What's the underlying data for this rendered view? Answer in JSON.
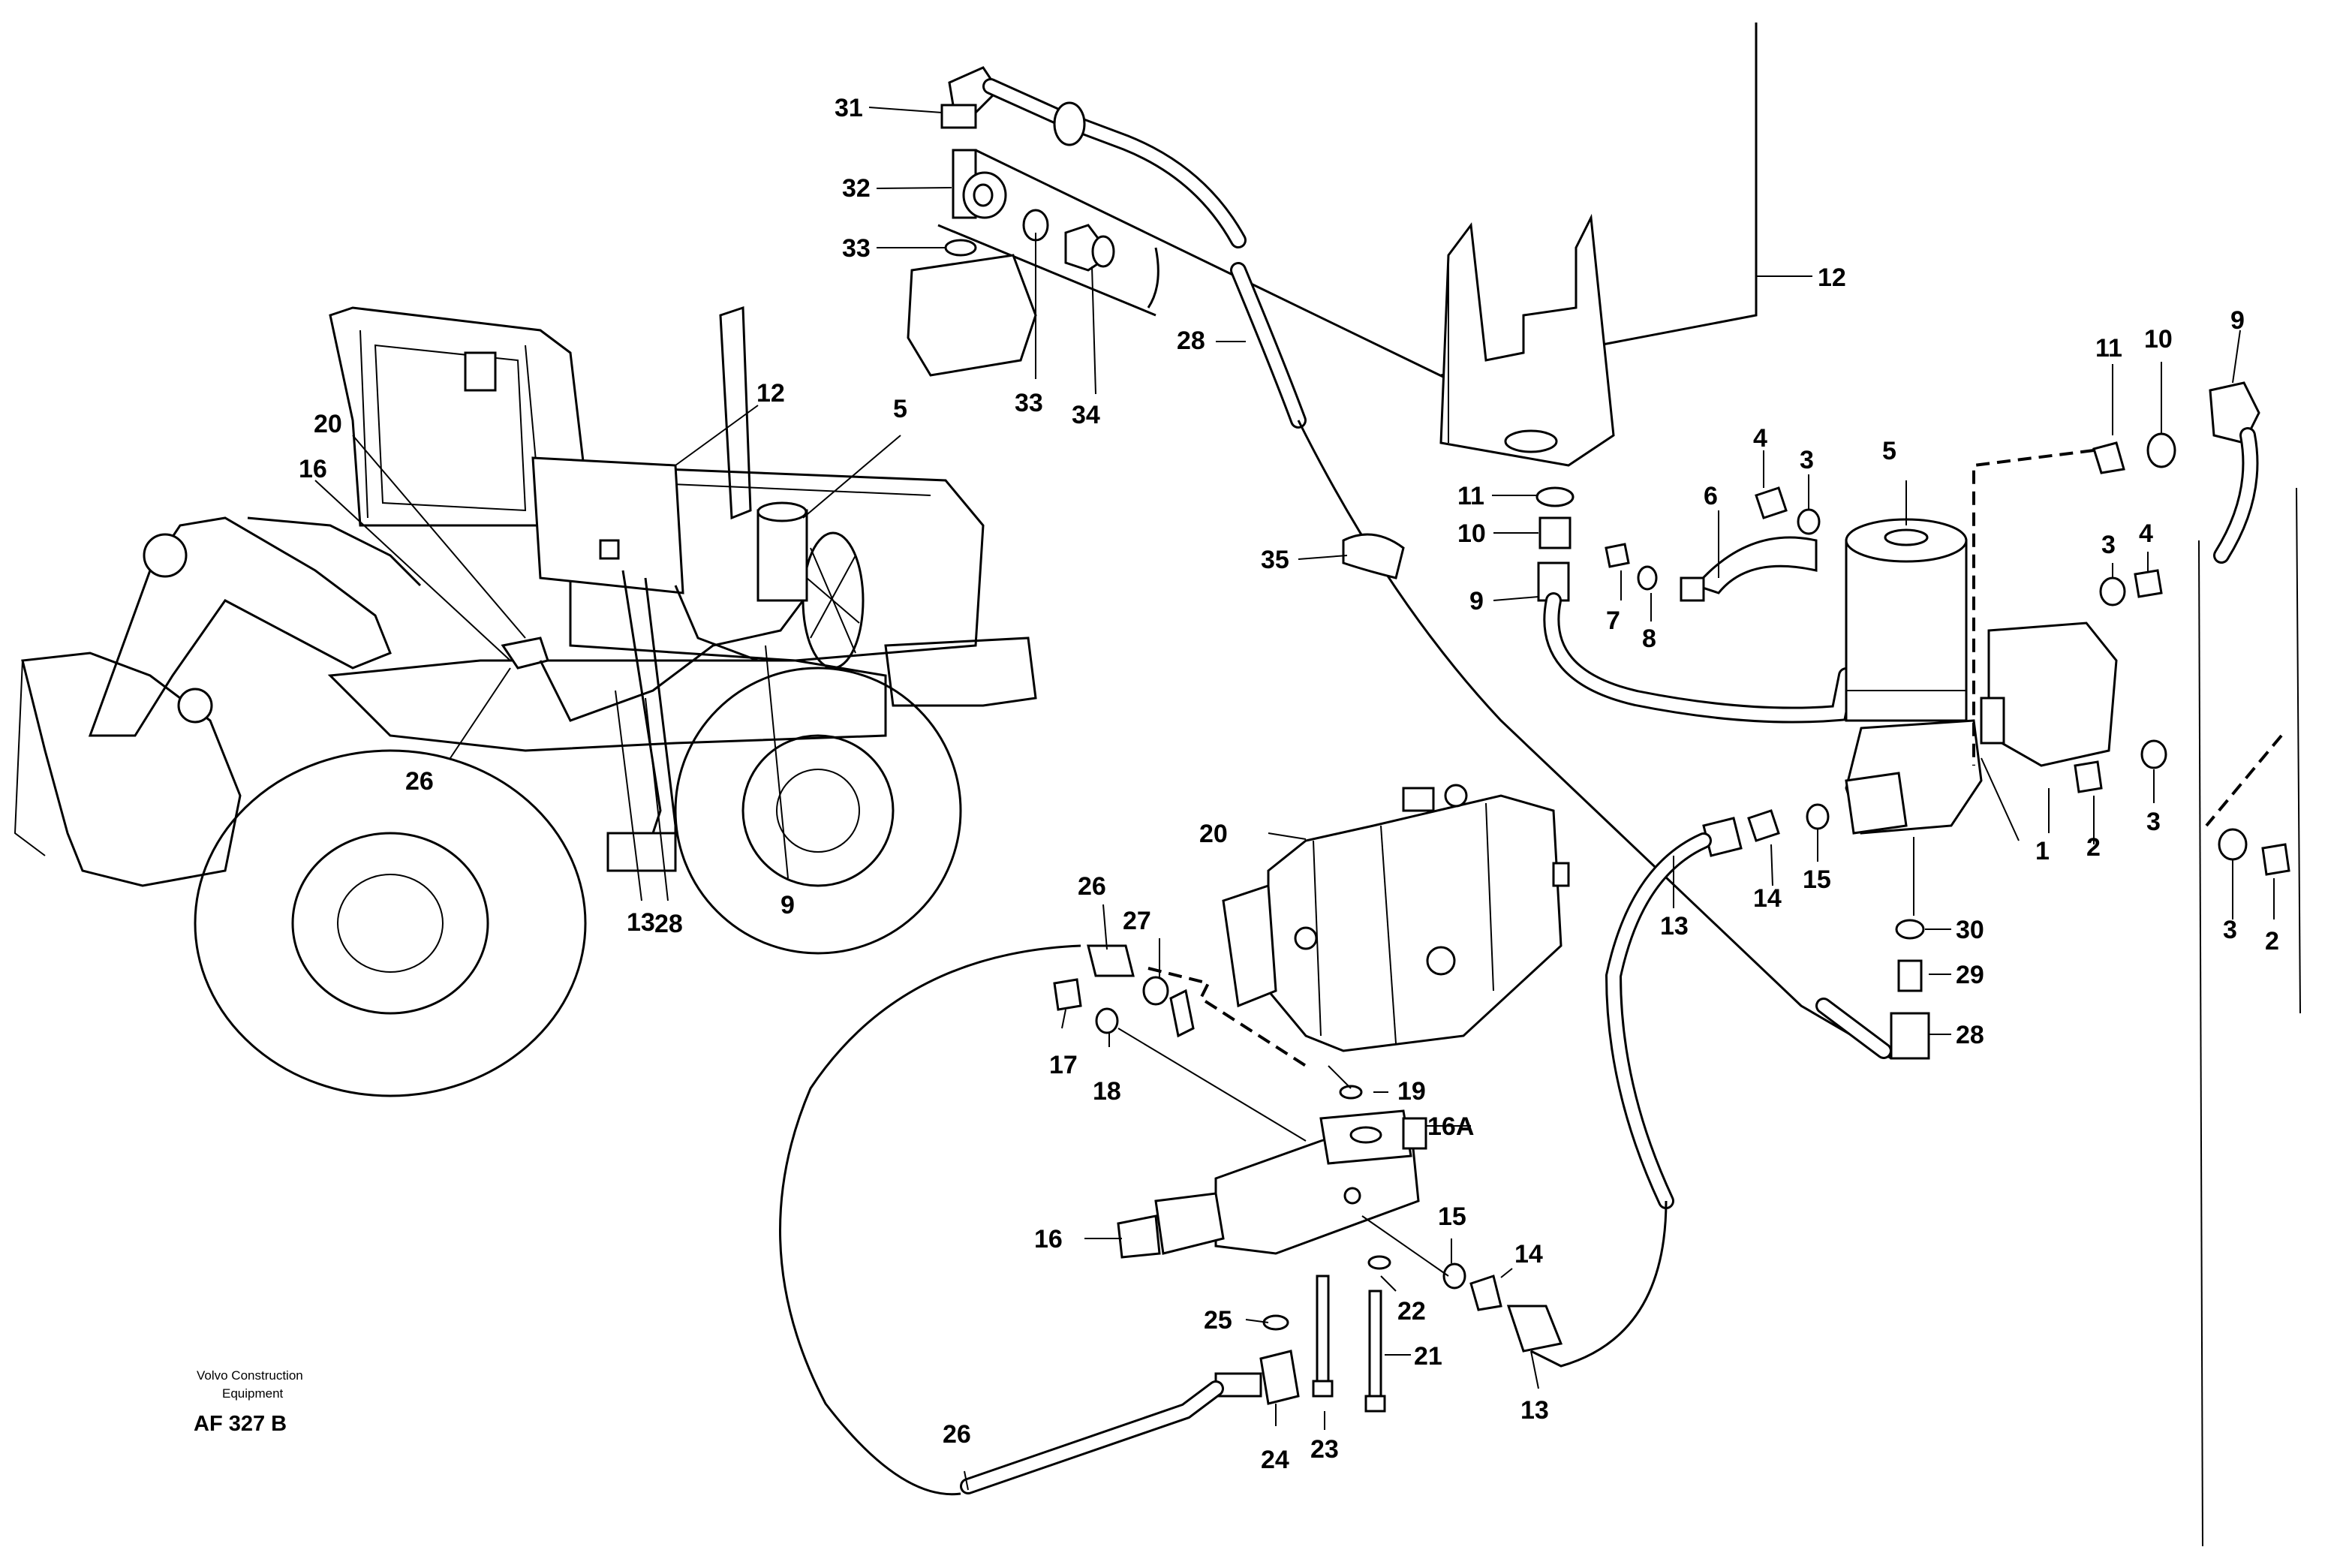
{
  "diagram": {
    "callouts": {
      "n31": "31",
      "n32": "32",
      "n33a": "33",
      "n33b": "33",
      "n34": "34",
      "n28top": "28",
      "n12right": "12",
      "n11mid": "11",
      "n10mid": "10",
      "n9mid": "9",
      "n35": "35",
      "n11right": "11",
      "n10right": "10",
      "n9right": "9",
      "n4a": "4",
      "n3a": "3",
      "n6": "6",
      "n5right": "5",
      "n7": "7",
      "n8": "8",
      "n3b": "3",
      "n4b": "4",
      "n1": "1",
      "n2a": "2",
      "n3c": "3",
      "n3d": "3",
      "n2b": "2",
      "n14a": "14",
      "n15a": "15",
      "n13a": "13",
      "n30": "30",
      "n29": "29",
      "n28right": "28",
      "n20left": "20",
      "n16left": "16",
      "n12left": "12",
      "n5left": "5",
      "n26left": "26",
      "n13left": "13",
      "n28left": "28",
      "n9left": "9",
      "n20pump": "20",
      "n26a": "26",
      "n27": "27",
      "n17": "17",
      "n18": "18",
      "n19": "19",
      "n16A": "16A",
      "n16": "16",
      "n15b": "15",
      "n14b": "14",
      "n25": "25",
      "n22": "22",
      "n21": "21",
      "n13b": "13",
      "n26b": "26",
      "n24": "24",
      "n23": "23"
    },
    "credit_line1": "Volvo Construction",
    "credit_line2": "Equipment",
    "figure_code": "AF 327 B"
  }
}
